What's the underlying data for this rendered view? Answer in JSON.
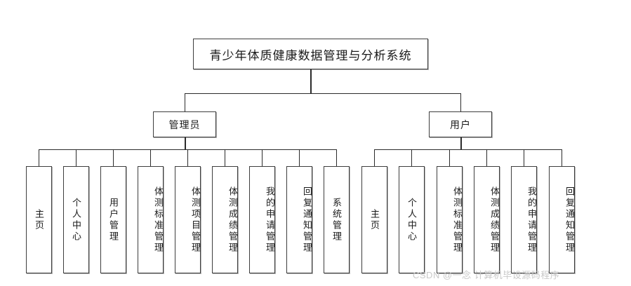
{
  "diagram": {
    "type": "org-tree",
    "title_node": {
      "label": "青少年体质健康数据管理与分析系统"
    },
    "roles": [
      {
        "id": "admin",
        "label": "管理员",
        "children": [
          "主页",
          "个人中心",
          "用户管理",
          "体测标准管理",
          "体测项目管理",
          "体测成绩管理",
          "我的申请管理",
          "回复通知管理",
          "系统管理"
        ]
      },
      {
        "id": "user",
        "label": "用户",
        "children": [
          "主页",
          "个人中心",
          "体测标准管理",
          "体测成绩管理",
          "我的申请管理",
          "回复通知管理"
        ]
      }
    ]
  },
  "watermark": {
    "text": "CSDN @一念 计算机毕设源码程序"
  },
  "colors": {
    "background": "#ffffff",
    "border": "#3d3d3d",
    "line": "#2b2b2b",
    "text": "#1a1a1a",
    "watermark": "#c9c9c9"
  }
}
